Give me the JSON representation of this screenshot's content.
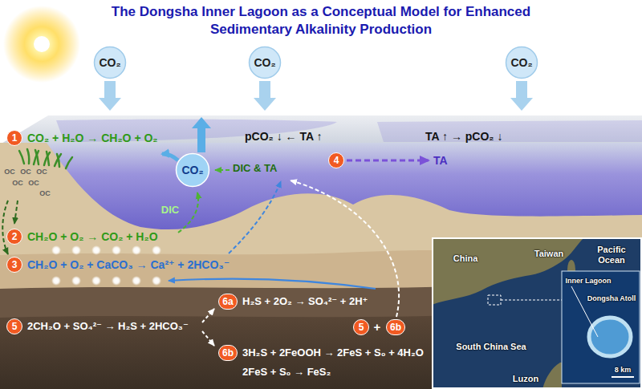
{
  "diagram": {
    "title": "The Dongsha Inner Lagoon as a Conceptual Model for Enhanced Sedimentary Alkalinity Production",
    "nodes": [
      {
        "text": [
          "CO₂"
        ]
      },
      {
        "text": [
          "CO₂"
        ]
      },
      {
        "text": [
          "CO₂"
        ]
      },
      {
        "text": [
          "CO₂"
        ]
      }
    ],
    "labels": [
      "1",
      "CO₂ + H₂O → CH₂O + O₂",
      "pCO₂ ↓ ← TA ↑",
      "TA ↑ → pCO₂ ↓",
      "DIC & TA",
      "4",
      "TA",
      "OC",
      "OC",
      "OC",
      "OC",
      "OC",
      "OC",
      "DIC",
      "2",
      "CH₂O + O₂ → CO₂ + H₂O",
      "3",
      "CH₂O + O₂ + CaCO₃ → Ca²⁺ + 2HCO₃⁻",
      "6a",
      "H₂S + 2O₂ → SO₄²⁻ + 2H⁺",
      "5",
      "2CH₂O + SO₄²⁻ → H₂S + 2HCO₃⁻",
      "5",
      "+",
      "6b",
      "6b",
      "3H₂S + 2FeOOH → 2FeS + S₀ + 4H₂O",
      "2FeS + S₀ → FeS₂",
      "China",
      "Taiwan",
      "Pacific Ocean",
      "Inner Lagoon",
      "Dongsha Atoll",
      "South China Sea",
      "Luzon",
      "8 km"
    ]
  }
}
